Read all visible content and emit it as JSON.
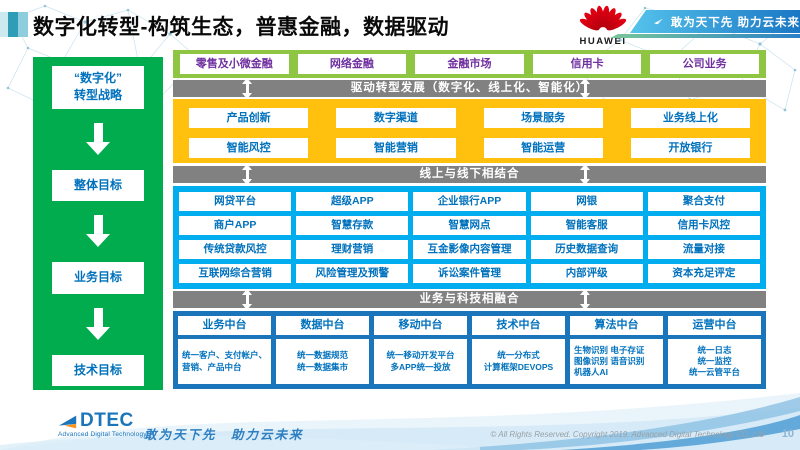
{
  "slide": {
    "title": "数字化转型-构筑生态，普惠金融，数据驱动",
    "page_number": "10"
  },
  "header": {
    "huawei": "HUAWEI",
    "banner": "敢为天下先 助力云未来"
  },
  "sidebar": {
    "strategy": "“数字化”\n转型战略",
    "goals": [
      "整体目标",
      "业务目标",
      "技术目标"
    ]
  },
  "bands": {
    "business_lines": [
      "零售及小微金融",
      "网络金融",
      "金融市场",
      "信用卡",
      "公司业务"
    ],
    "drive_bar": "驱动转型发展（数字化、线上化、智能化）",
    "capability_rows": [
      [
        "产品创新",
        "数字渠道",
        "场景服务",
        "业务线上化"
      ],
      [
        "智能风控",
        "智能营销",
        "智能运营",
        "开放银行"
      ]
    ],
    "online_offline_bar": "线上与线下相结合",
    "application_rows": [
      [
        "网贷平台",
        "超级APP",
        "企业银行APP",
        "网银",
        "聚合支付"
      ],
      [
        "商户APP",
        "智慧存款",
        "智慧网点",
        "智能客服",
        "信用卡风控"
      ],
      [
        "传统贷款风控",
        "理财营销",
        "互金影像内容管理",
        "历史数据查询",
        "流量对接"
      ],
      [
        "互联网综合营销",
        "风险管理及预警",
        "诉讼案件管理",
        "内部评级",
        "资本充足评定"
      ]
    ],
    "fusion_bar": "业务与科技相融合",
    "platforms": [
      {
        "name": "业务中台",
        "detail": "统一客户、支付帐户、营销、产品中台"
      },
      {
        "name": "数据中台",
        "detail": "统一数据规范\n统一数据集市"
      },
      {
        "name": "移动中台",
        "detail": "统一移动开发平台\n多APP统一投放"
      },
      {
        "name": "技术中台",
        "detail": "统一分布式\n计算框架DEVOPS"
      },
      {
        "name": "算法中台",
        "detail": "生物识别 电子存证\n图像识别 语音识别\n机器人AI"
      },
      {
        "name": "运营中台",
        "detail": "统一日志\n统一监控\n统一云管平台"
      }
    ]
  },
  "footer": {
    "logo": "DTEC",
    "logo_sub": "Advanced Digital Technology",
    "slogan": "敢为天下先　助力云未来",
    "copyright": "© All Rights Reserved. Copyright 2019. Advanced Digital Technology CO.,Ltd"
  },
  "colors": {
    "sidebar_green": "#00AC4E",
    "band_green": "#8EC644",
    "band_yellow": "#FFC10E",
    "band_cyan": "#00AEEF",
    "band_blue": "#1B75BB",
    "bar_gray": "#818181",
    "text_purple": "#7030A0",
    "text_blue": "#0071BC",
    "huawei_red": "#E60012"
  }
}
